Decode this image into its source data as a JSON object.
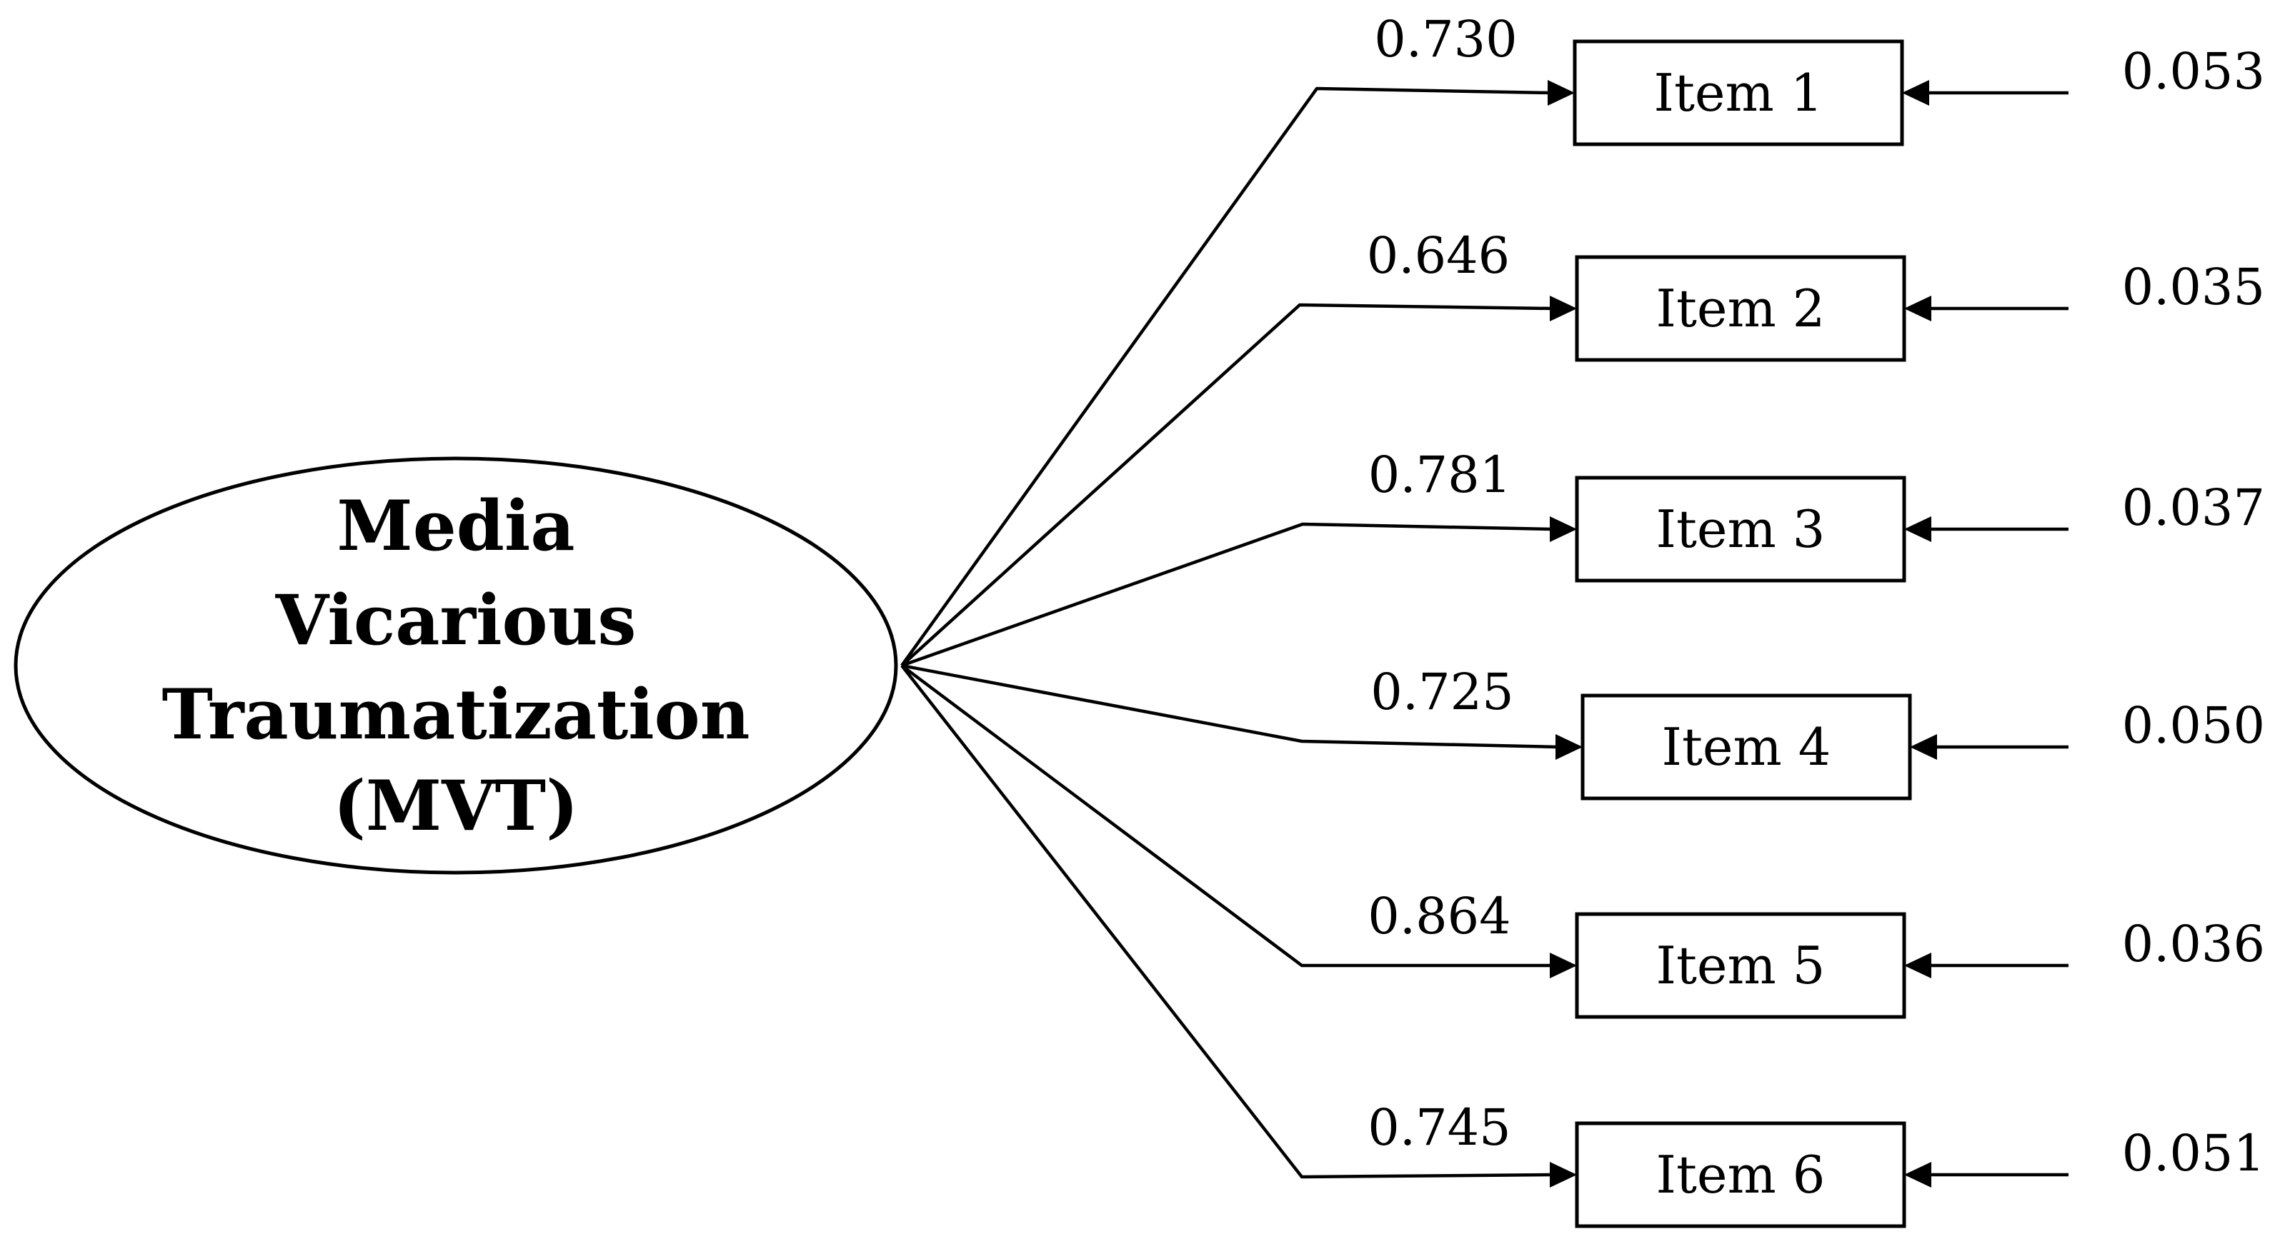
{
  "factor": {
    "name_lines": [
      "Media",
      "Vicarious",
      "Traumatization",
      "(MVT)"
    ]
  },
  "indicators": [
    {
      "label": "Item 1",
      "loading": "0.730",
      "error": "0.053"
    },
    {
      "label": "Item 2",
      "loading": "0.646",
      "error": "0.035"
    },
    {
      "label": "Item 3",
      "loading": "0.781",
      "error": "0.037"
    },
    {
      "label": "Item 4",
      "loading": "0.725",
      "error": "0.050"
    },
    {
      "label": "Item 5",
      "loading": "0.864",
      "error": "0.036"
    },
    {
      "label": "Item 6",
      "loading": "0.745",
      "error": "0.051"
    }
  ]
}
